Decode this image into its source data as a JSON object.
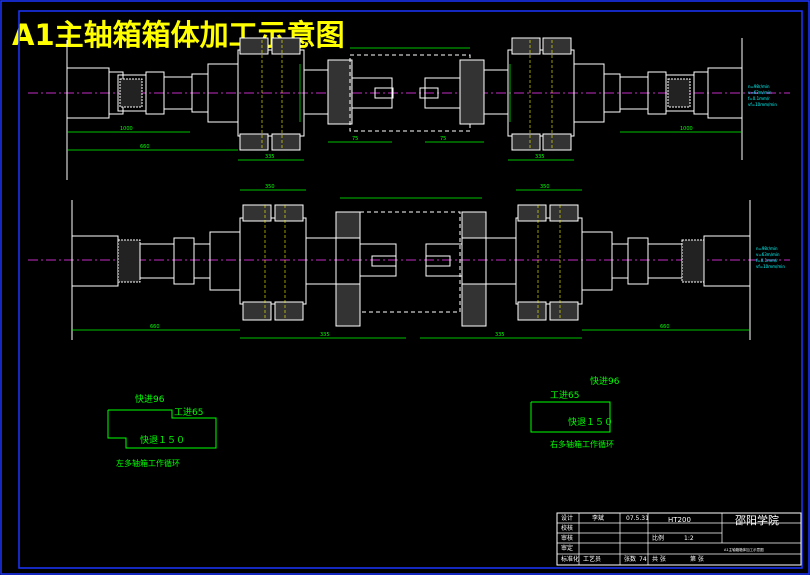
{
  "title": "A1主轴箱箱体加工示意图",
  "cycles": {
    "left": {
      "fast_advance": "快进96",
      "work_advance": "工进65",
      "fast_return": "快退１５０",
      "caption": "左多轴箱工作循环"
    },
    "right": {
      "fast_advance": "快进96",
      "work_advance": "工进65",
      "fast_return": "快退１５０",
      "caption": "右多轴箱工作循环"
    }
  },
  "title_block": {
    "school": "邵阳学院",
    "material": "HT200",
    "scale_label": "比例",
    "scale_value": "1:2",
    "designer": "李斌",
    "date": "07.5.31",
    "row_labels": [
      "设计",
      "校核",
      "审核",
      "审定",
      "标准化"
    ],
    "bottom_left": "工艺员",
    "sheet_label": "张数",
    "sheet_value": "74",
    "total_label": "共 张",
    "page_label": "第 张",
    "description": "A1主轴箱箱体加工示意图"
  },
  "colors": {
    "background": "#000000",
    "border": "#1a35ff",
    "title": "#ffff00",
    "drawing": "#ffffff",
    "dimension": "#00ff00",
    "magenta": "#ff3cff",
    "cyan": "#00ffff",
    "annotation": "#ffff00"
  }
}
